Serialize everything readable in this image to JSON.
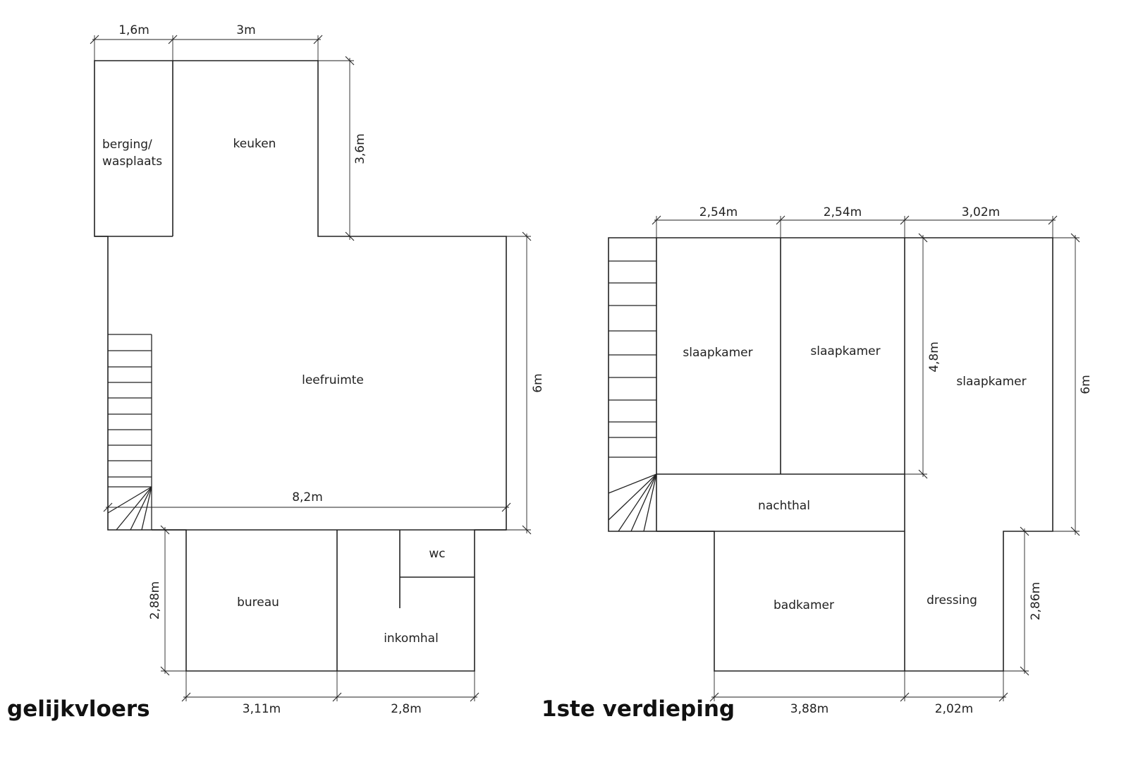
{
  "ground_floor": {
    "title": "gelijkvloers",
    "rooms": {
      "berging_line1": "berging/",
      "berging_line2": "wasplaats",
      "keuken": "keuken",
      "leefruimte": "leefruimte",
      "wc": "wc",
      "bureau": "bureau",
      "inkomhal": "inkomhal"
    },
    "dimensions": {
      "berging_width": "1,6m",
      "keuken_width": "3m",
      "keuken_depth": "3,6m",
      "leefruimte_width": "8,2m",
      "leefruimte_depth": "6m",
      "front_depth": "2,88m",
      "bureau_width": "3,11m",
      "inkomhal_width": "2,8m"
    }
  },
  "first_floor": {
    "title": "1ste verdieping",
    "rooms": {
      "slaapkamer_1": "slaapkamer",
      "slaapkamer_2": "slaapkamer",
      "slaapkamer_3": "slaapkamer",
      "nachthal": "nachthal",
      "badkamer": "badkamer",
      "dressing": "dressing"
    },
    "dimensions": {
      "slaapkamer_1_width": "2,54m",
      "slaapkamer_2_width": "2,54m",
      "slaapkamer_3_width": "3,02m",
      "slaapkamer_3_depth": "4,8m",
      "total_depth": "6m",
      "dressing_depth": "2,86m",
      "badkamer_width": "3,88m",
      "dressing_width": "2,02m"
    }
  }
}
